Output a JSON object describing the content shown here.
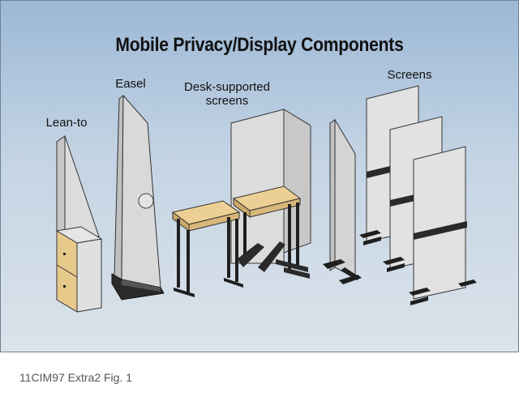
{
  "title": "Mobile Privacy/Display Components",
  "labels": {
    "lean_to": "Lean-to",
    "easel": "Easel",
    "desk_supported": "Desk-supported\nscreens",
    "screens": "Screens"
  },
  "caption": "11CIM97 Extra2 Fig. 1",
  "colors": {
    "panel": "#dcdcdc",
    "panel_edge": "#bdbdbd",
    "wood": "#e8c98c",
    "frame": "#222222"
  }
}
